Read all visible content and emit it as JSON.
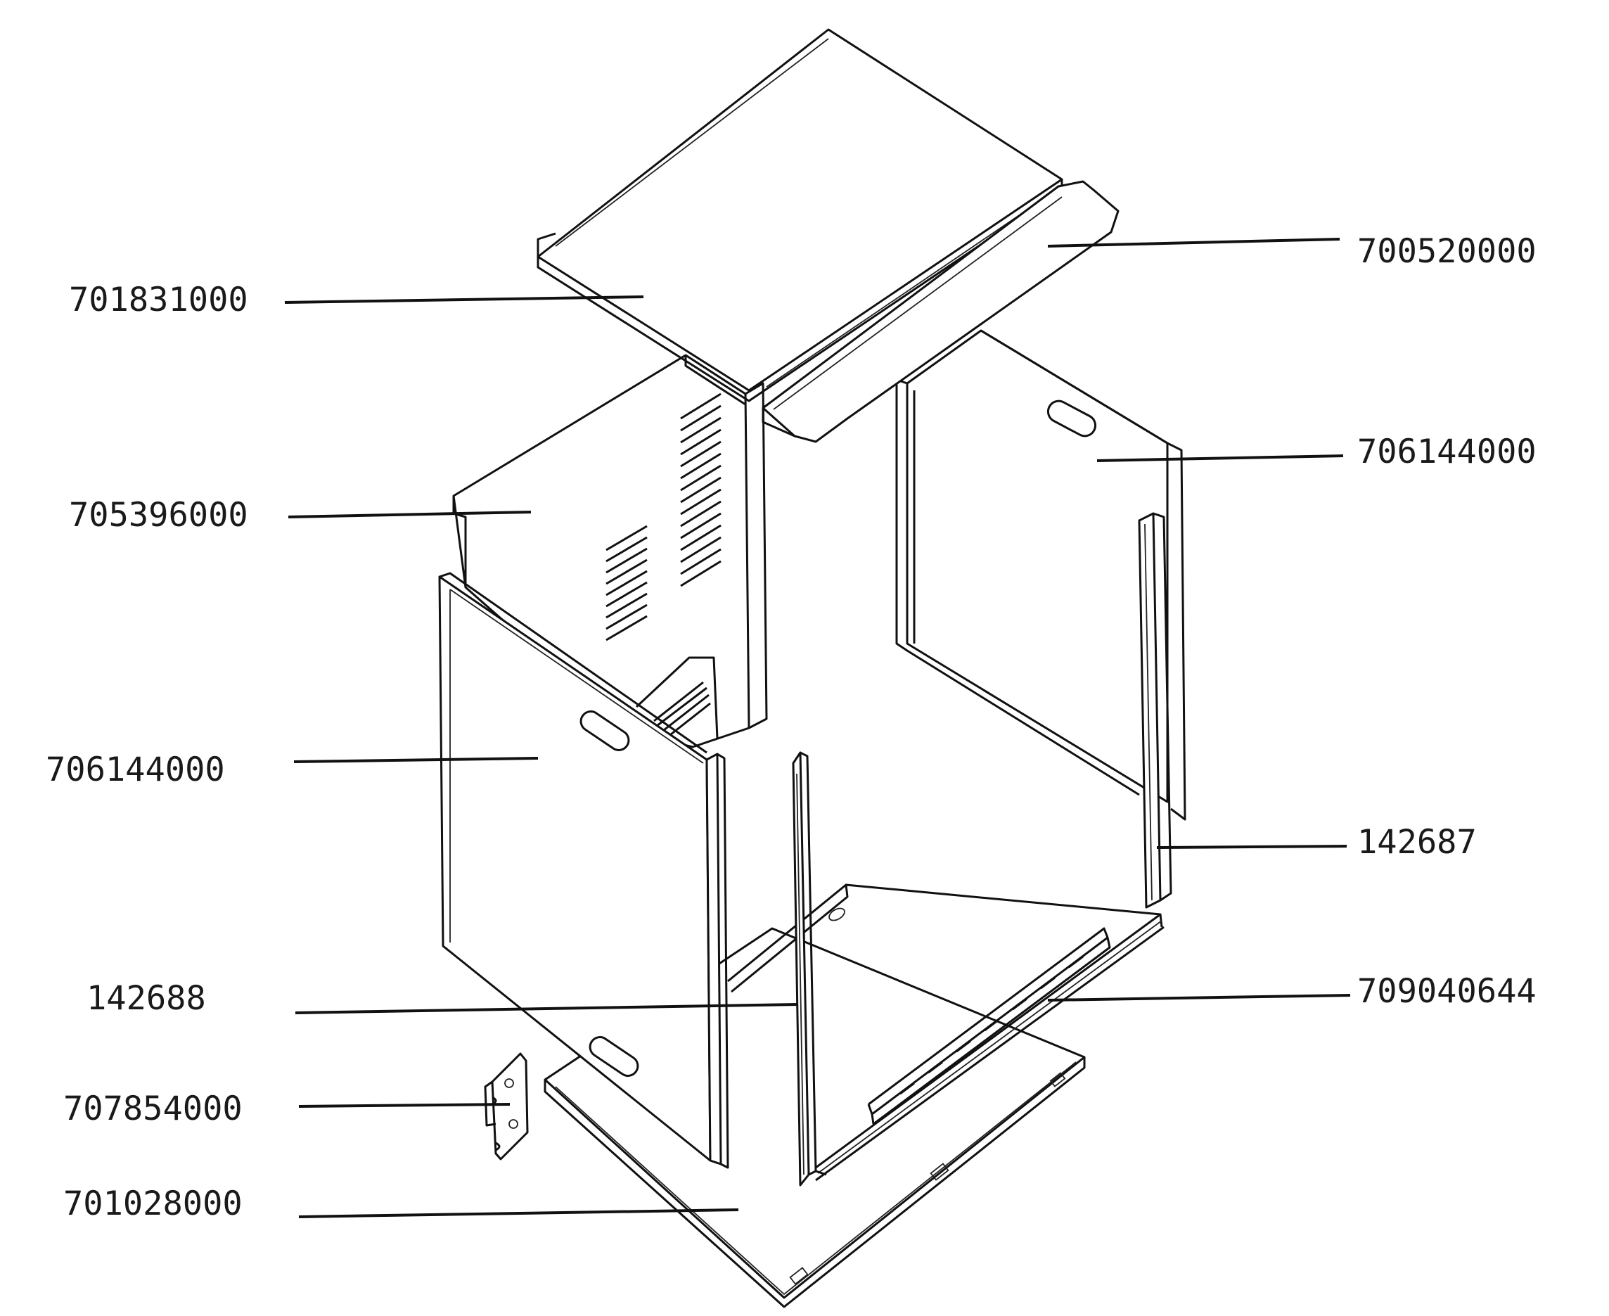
{
  "diagram": {
    "labels": [
      {
        "id": "top-cover",
        "text": "701831000"
      },
      {
        "id": "rear-strip",
        "text": "700520000"
      },
      {
        "id": "back-panel",
        "text": "705396000"
      },
      {
        "id": "right-side-panel",
        "text": "706144000"
      },
      {
        "id": "left-side-panel",
        "text": "706144000"
      },
      {
        "id": "right-rail",
        "text": "142687"
      },
      {
        "id": "left-rail",
        "text": "142688"
      },
      {
        "id": "slide-rail",
        "text": "709040644"
      },
      {
        "id": "bracket",
        "text": "707854000"
      },
      {
        "id": "base-plate",
        "text": "701028000"
      }
    ]
  }
}
